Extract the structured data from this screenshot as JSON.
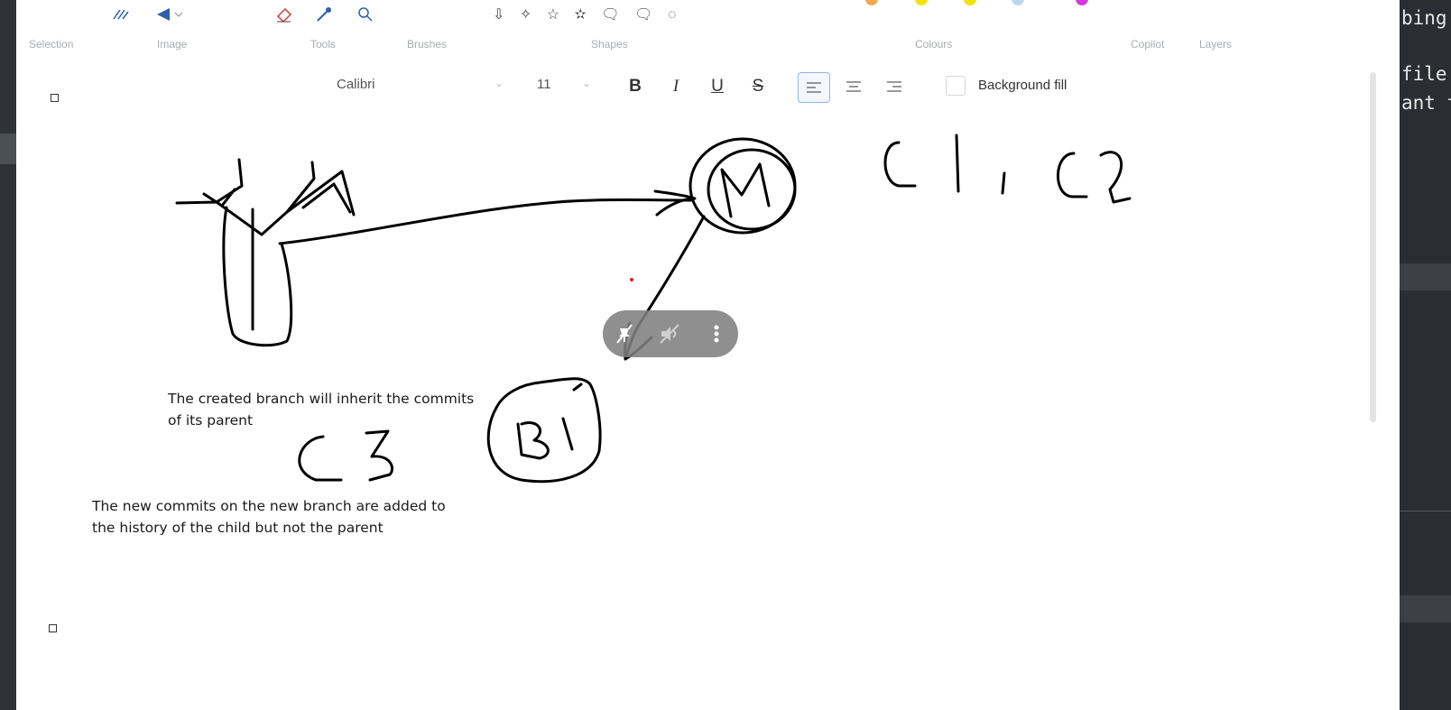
{
  "ribbon": {
    "groups": [
      "Selection",
      "Image",
      "Tools",
      "Brushes",
      "Shapes",
      "Colours",
      "Copilot",
      "Layers"
    ],
    "icons": [
      "crop-select-icon",
      "flip-icon",
      "eraser-icon",
      "color-picker-icon",
      "magnifier-icon"
    ],
    "shapes_glyphs": "⇩ ✧ ☆ ✫ 🗨 🗨 ◌",
    "swatch_colors": [
      "#f4a64c",
      "#f5e20a",
      "#f0e400",
      "#d8e8f0",
      "#b9d8f0"
    ]
  },
  "text_toolbar": {
    "font_name": "Calibri",
    "font_size": "11",
    "bold_label": "B",
    "italic_label": "I",
    "underline_label": "U",
    "strike_label": "S",
    "background_fill_label": "Background fill"
  },
  "canvas": {
    "note1_line1": "The created branch will inherit the commits",
    "note1_line2": "of its parent",
    "note2_line1": "The new commits on the new branch are added to",
    "note2_line2": "the history of the child but not the parent",
    "handwritten": [
      "M",
      "C1, C2",
      "C3",
      "B1"
    ]
  },
  "meeting_pill": {
    "icons": [
      "pin-off-icon",
      "sound-off-icon",
      "more-vertical-icon"
    ]
  },
  "editor": {
    "lines": [
      "bing",
      "file",
      "ant t"
    ]
  }
}
